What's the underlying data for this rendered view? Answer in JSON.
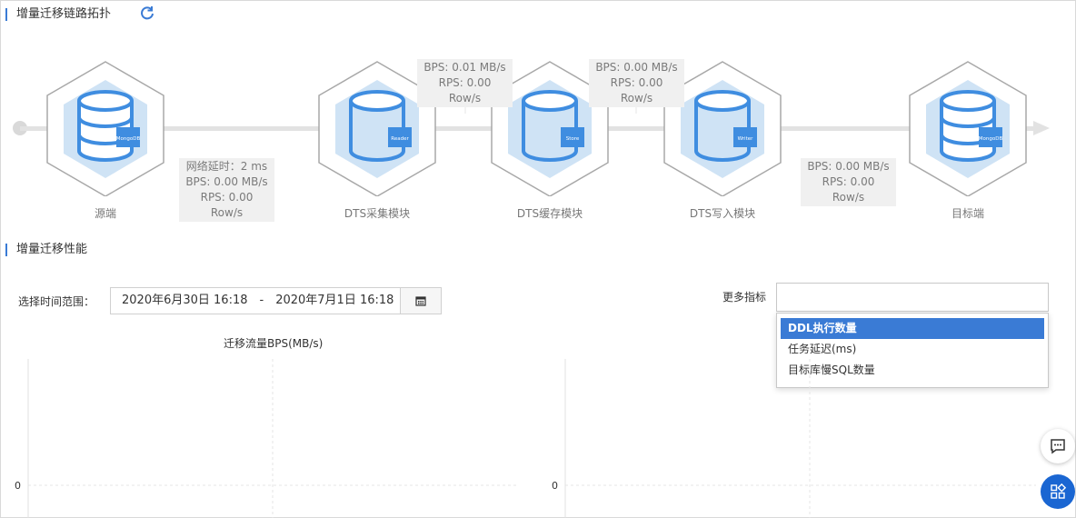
{
  "topology": {
    "title": "增量迁移链路拓扑",
    "nodes": [
      {
        "label": "源端",
        "badge": "MongoDB"
      },
      {
        "label": "DTS采集模块",
        "badge": "Reader"
      },
      {
        "label": "DTS缓存模块",
        "badge": "Store"
      },
      {
        "label": "DTS写入模块",
        "badge": "Writer"
      },
      {
        "label": "目标端",
        "badge": "MongoDB"
      }
    ],
    "metrics": {
      "source_latency": "网络延时：2 ms",
      "source_bps": "BPS: 0.00 MB/s",
      "source_rps": "RPS: 0.00 Row/s",
      "reader_bps": "BPS: 0.01 MB/s",
      "reader_rps": "RPS: 0.00 Row/s",
      "store_bps": "BPS: 0.00 MB/s",
      "store_rps": "RPS: 0.00 Row/s",
      "writer_bps": "BPS: 0.00 MB/s",
      "writer_rps": "RPS: 0.00 Row/s"
    }
  },
  "performance": {
    "title": "增量迁移性能",
    "time_range_label": "选择时间范围：",
    "start": "2020年6月30日 16:18",
    "separator": "-",
    "end": "2020年7月1日 16:18",
    "more_label": "更多指标",
    "dropdown": [
      "DDL执行数量",
      "任务延迟(ms)",
      "目标库慢SQL数量"
    ],
    "chart1_title": "迁移流量BPS(MB/s)",
    "zero": "0"
  },
  "colors": {
    "accent": "#3a7bd5",
    "hex_fill": "#cfe3f5",
    "db_blue": "#3f8de0"
  }
}
